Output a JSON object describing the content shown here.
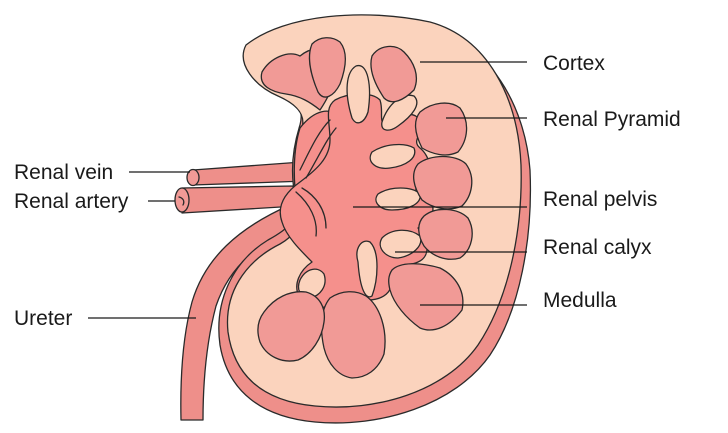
{
  "diagram": {
    "labels": {
      "cortex": "Cortex",
      "renal_pyramid": "Renal Pyramid",
      "renal_vein": "Renal vein",
      "renal_artery": "Renal artery",
      "renal_pelvis": "Renal pelvis",
      "renal_calyx": "Renal calyx",
      "ureter": "Ureter",
      "medulla": "Medulla"
    }
  },
  "colors": {
    "outer_capsule": "#ee8f8a",
    "cortex": "#fbd3bd",
    "pyramid": "#f19a96",
    "pelvis": "#f5908c",
    "calyx": "#fbd3bd",
    "outline": "#2a2a2a"
  }
}
